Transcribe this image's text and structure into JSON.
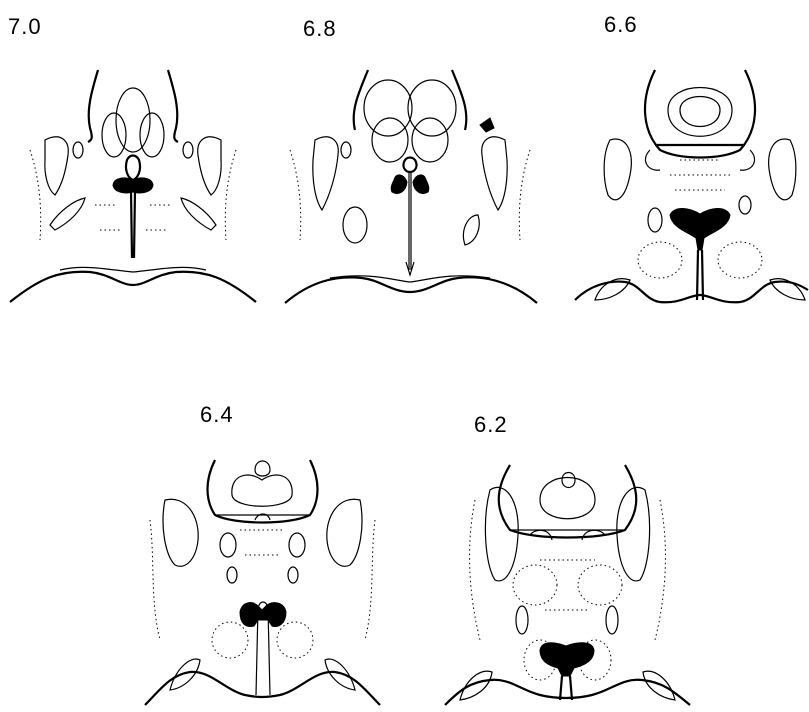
{
  "figure": {
    "sections": [
      {
        "id": "s70",
        "label": "7.0"
      },
      {
        "id": "s68",
        "label": "6.8"
      },
      {
        "id": "s66",
        "label": "6.6"
      },
      {
        "id": "s64",
        "label": "6.4"
      },
      {
        "id": "s62",
        "label": "6.2"
      }
    ]
  },
  "colors": {
    "ink": "#000000",
    "background": "#ffffff"
  }
}
